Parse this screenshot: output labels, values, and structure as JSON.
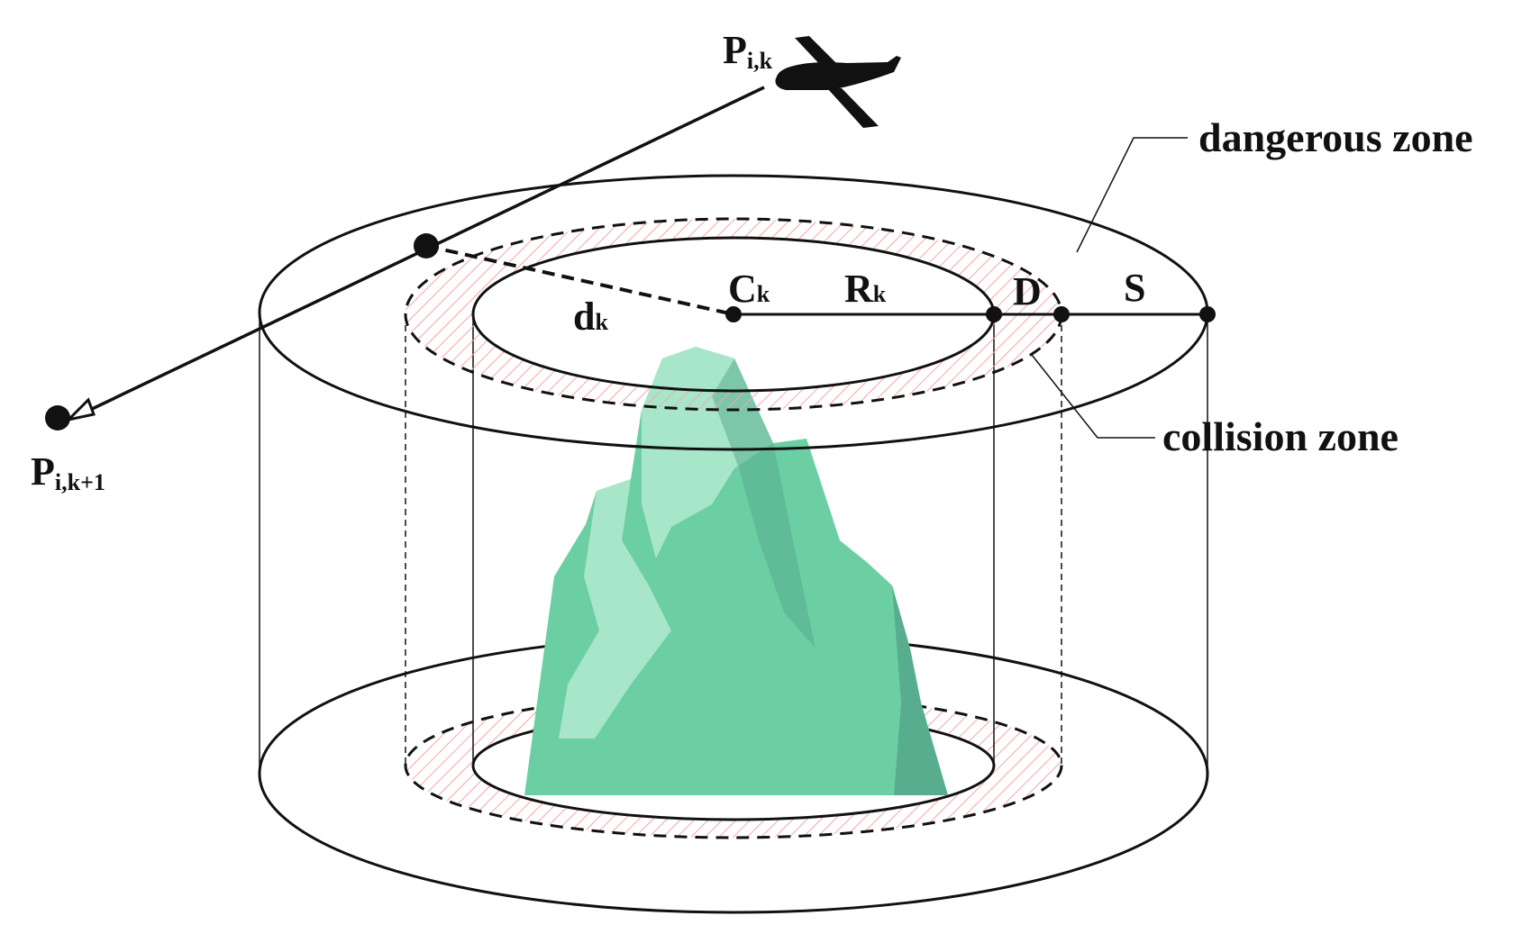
{
  "labels": {
    "aircraft_position": {
      "base": "P",
      "sub": "i,k"
    },
    "next_position": {
      "base": "P",
      "sub": "i,k+1"
    },
    "center": {
      "base": "C",
      "sub": "k"
    },
    "radius": {
      "base": "R",
      "sub": "k"
    },
    "distance": {
      "base": "d",
      "sub": "k"
    },
    "margin_d": "D",
    "margin_s": "S",
    "dangerous_zone": "dangerous zone",
    "collision_zone": "collision zone"
  },
  "icons": [
    "airplane-icon",
    "mountain-icon"
  ],
  "colors": {
    "line": "#111111",
    "hatch": "#f2a7a7",
    "mountain_main": "#6ccfa3",
    "mountain_light": "#a8e6c9",
    "mountain_dark": "#58ad8e"
  }
}
